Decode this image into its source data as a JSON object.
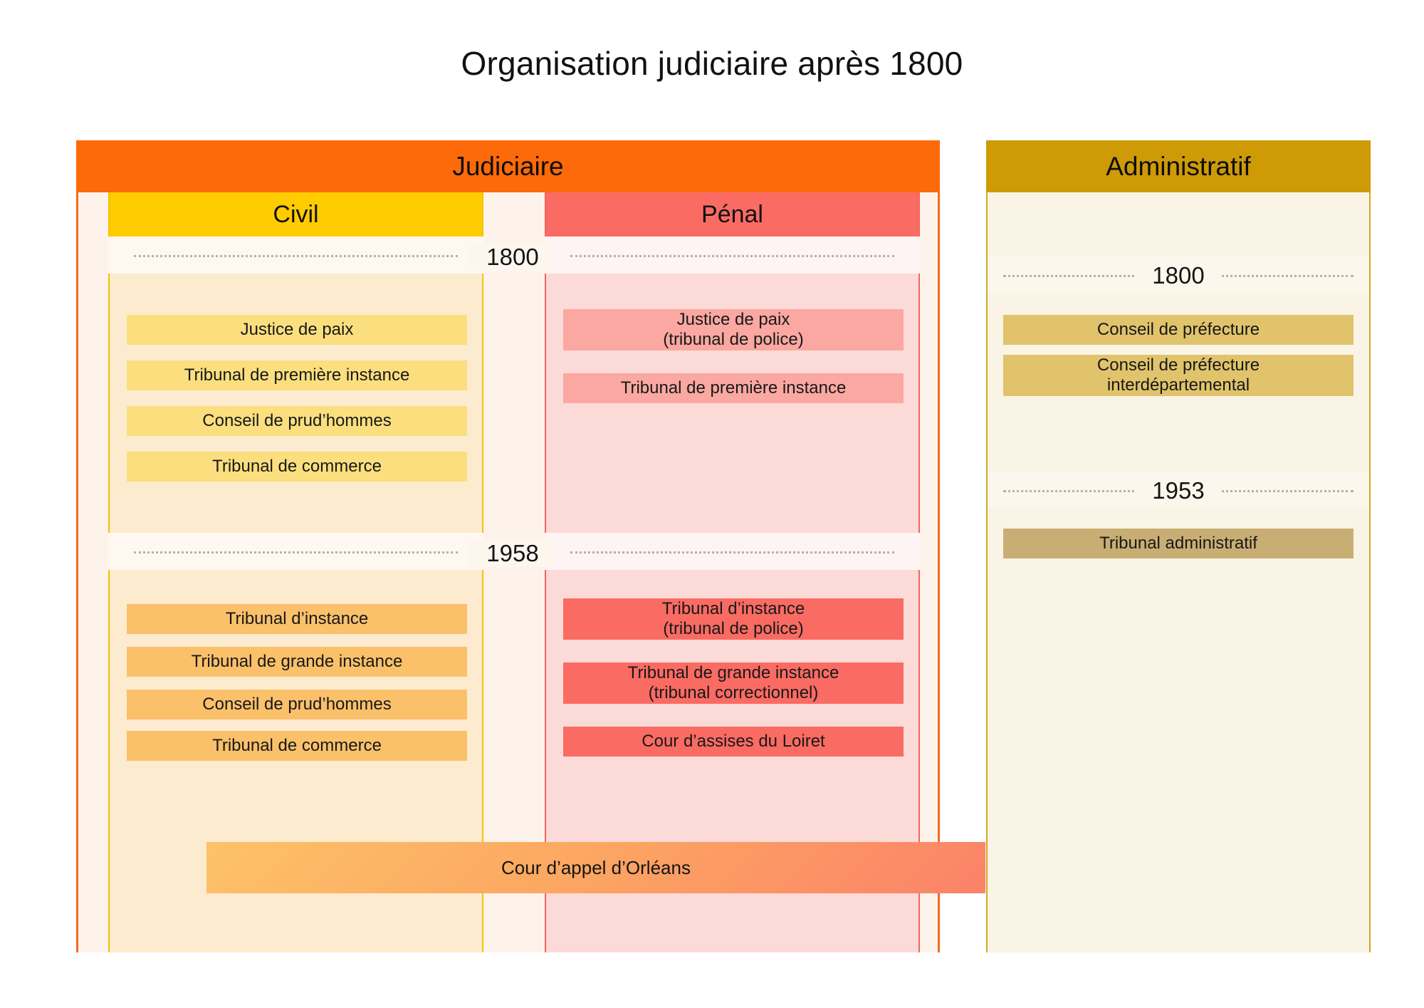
{
  "title": "Organisation judiciaire après 1800",
  "branches": {
    "judiciaire": {
      "label": "Judiciaire",
      "columns": {
        "civil": {
          "label": "Civil",
          "eras": {
            "e1800": {
              "year": "1800",
              "items": [
                "Justice de paix",
                "Tribunal de première instance",
                "Conseil de prud’hommes",
                "Tribunal de commerce"
              ]
            },
            "e1958": {
              "year": "1958",
              "items": [
                "Tribunal d’instance",
                "Tribunal de grande instance",
                "Conseil de prud’hommes",
                "Tribunal de commerce"
              ]
            }
          }
        },
        "penal": {
          "label": "Pénal",
          "eras": {
            "e1800": {
              "year": "1800",
              "items": [
                "Justice de paix\n(tribunal de police)",
                "Tribunal de première instance"
              ]
            },
            "e1958": {
              "year": "1958",
              "items": [
                "Tribunal d’instance\n(tribunal de police)",
                "Tribunal de grande instance\n(tribunal correctionnel)",
                "Cour d’assises du Loiret"
              ]
            }
          }
        }
      },
      "spanning_item": "Cour d’appel d’Orléans"
    },
    "administratif": {
      "label": "Administratif",
      "eras": {
        "e1800": {
          "year": "1800",
          "items": [
            "Conseil de préfecture",
            "Conseil de préfecture\ninterdépartemental"
          ]
        },
        "e1953": {
          "year": "1953",
          "items": [
            "Tribunal administratif"
          ]
        }
      }
    }
  },
  "colors": {
    "judiciaire_header": "#FC6A09",
    "administratif_header": "#CE9A06",
    "civil_header": "#FFCC00",
    "penal_header": "#FA6B63",
    "civil_1800_item": "#FBDF7E",
    "civil_1958_item": "#FBC06A",
    "penal_1800_item": "#FBA8A2",
    "penal_1958_item": "#FA6B63",
    "adm_1800_item": "#E0C36B",
    "adm_1953_item": "#C9AE74",
    "cour_appel_gradient_start": "#FDC268",
    "cour_appel_gradient_end": "#FB8268"
  }
}
